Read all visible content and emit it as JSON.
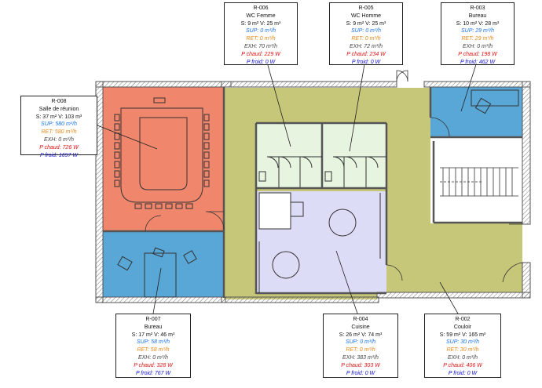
{
  "rooms": [
    {
      "id": "R-008",
      "name": "Salle de réunion",
      "sv": "S: 37 m²  V: 103 m³",
      "sup": "SUP: 580 m³/h",
      "ret": "RET: 580 m³/h",
      "exh": "EXH: 0 m³/h",
      "pchaud": "P chaud: 726 W",
      "pfroid": "P froid: 1697 W",
      "color": "#f0876c"
    },
    {
      "id": "R-006",
      "name": "WC Femme",
      "sv": "S: 9 m²  V: 25 m³",
      "sup": "SUP: 0 m³/h",
      "ret": "RET: 0 m³/h",
      "exh": "EXH: 70 m³/h",
      "pchaud": "P chaud: 229 W",
      "pfroid": "P froid: 0 W",
      "color": "#e6f4e0"
    },
    {
      "id": "R-005",
      "name": "WC Homme",
      "sv": "S: 9 m²  V: 25 m³",
      "sup": "SUP: 0 m³/h",
      "ret": "RET: 0 m³/h",
      "exh": "EXH: 72 m³/h",
      "pchaud": "P chaud: 234 W",
      "pfroid": "P froid: 0 W",
      "color": "#e6f4e0"
    },
    {
      "id": "R-003",
      "name": "Bureau",
      "sv": "S: 10 m²  V: 28 m³",
      "sup": "SUP: 29 m³/h",
      "ret": "RET: 29 m³/h",
      "exh": "EXH: 0 m³/h",
      "pchaud": "P chaud: 198 W",
      "pfroid": "P froid: 462 W",
      "color": "#58a7d6"
    },
    {
      "id": "R-007",
      "name": "Bureau",
      "sv": "S: 17 m²  V: 46 m³",
      "sup": "SUP: 58 m³/h",
      "ret": "RET: 58 m³/h",
      "exh": "EXH: 0 m³/h",
      "pchaud": "P chaud: 328 W",
      "pfroid": "P froid: 767 W",
      "color": "#58a7d6"
    },
    {
      "id": "R-004",
      "name": "Cuisine",
      "sv": "S: 26 m²  V: 74 m³",
      "sup": "SUP: 0 m³/h",
      "ret": "RET: 0 m³/h",
      "exh": "EXH: 383 m³/h",
      "pchaud": "P chaud: 303 W",
      "pfroid": "P froid: 0 W",
      "color": "#dcdcf7"
    },
    {
      "id": "R-002",
      "name": "Couloir",
      "sv": "S: 59 m²  V: 165 m³",
      "sup": "SUP: 30 m³/h",
      "ret": "RET: 30 m³/h",
      "exh": "EXH: 0 m³/h",
      "pchaud": "P chaud: 406 W",
      "pfroid": "P froid: 0 W",
      "color": "#c7c77a"
    }
  ],
  "wall_color": "#555555"
}
